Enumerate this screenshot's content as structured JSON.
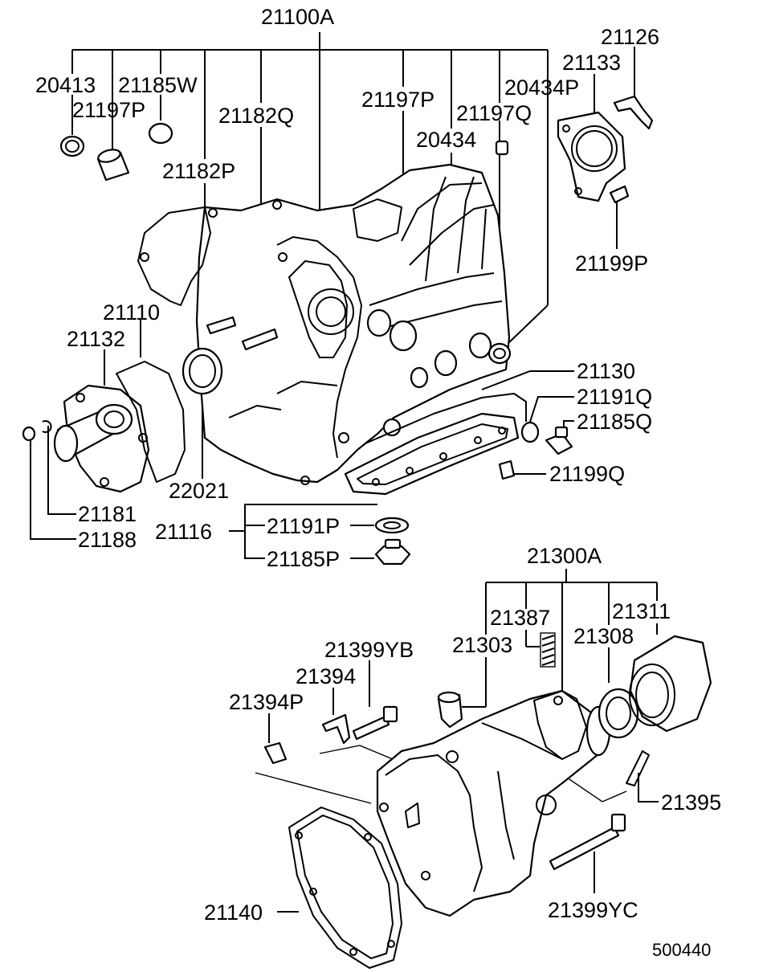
{
  "diagram": {
    "catalog_number": "500440",
    "labels": {
      "a21100A": "21100A",
      "a20413": "20413",
      "a21185W": "21185W",
      "a21197P_l": "21197P",
      "a21182Q": "21182Q",
      "a21197P_r": "21197P",
      "a20434P": "20434P",
      "a21197Q": "21197Q",
      "a20434": "20434",
      "a21182P": "21182P",
      "a21126": "21126",
      "a21133": "21133",
      "a21199P": "21199P",
      "a21110": "21110",
      "a21132": "21132",
      "a21130": "21130",
      "a21191Q": "21191Q",
      "a21185Q": "21185Q",
      "a21199Q": "21199Q",
      "a22021": "22021",
      "a21181": "21181",
      "a21188": "21188",
      "a21116": "21116",
      "a21191P": "21191P",
      "a21185P": "21185P",
      "a21300A": "21300A",
      "a21387": "21387",
      "a21311": "21311",
      "a21303": "21303",
      "a21308": "21308",
      "a21399YB": "21399YB",
      "a21394": "21394",
      "a21394P": "21394P",
      "a21395": "21395",
      "a21140": "21140",
      "a21399YC": "21399YC"
    }
  }
}
